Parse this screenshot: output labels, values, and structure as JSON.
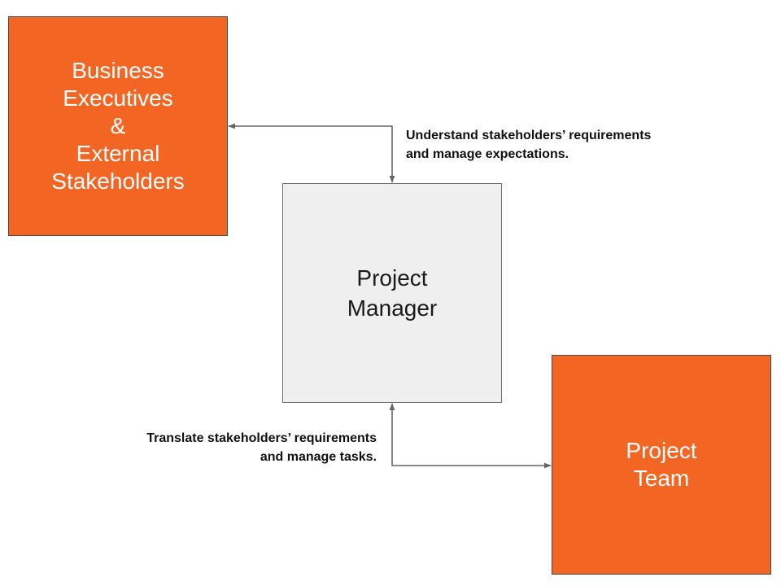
{
  "colors": {
    "stakeholder_fill": "#f26522",
    "manager_fill": "#efefef",
    "connector": "#666666"
  },
  "nodes": {
    "executives": {
      "lines": [
        "Business",
        "Executives",
        "&",
        "External",
        "Stakeholders"
      ]
    },
    "manager": {
      "lines": [
        "Project",
        "Manager"
      ]
    },
    "team": {
      "lines": [
        "Project",
        "Team"
      ]
    }
  },
  "annotations": {
    "top": {
      "lines": [
        "Understand stakeholders’ requirements",
        "and manage expectations."
      ]
    },
    "bottom": {
      "lines": [
        "Translate stakeholders’ requirements",
        "and manage tasks."
      ]
    }
  },
  "edges": [
    {
      "from": "manager",
      "to": "executives",
      "label": "annotations.top",
      "arrows": "both"
    },
    {
      "from": "manager",
      "to": "team",
      "label": "annotations.bottom",
      "arrows": "both"
    }
  ]
}
